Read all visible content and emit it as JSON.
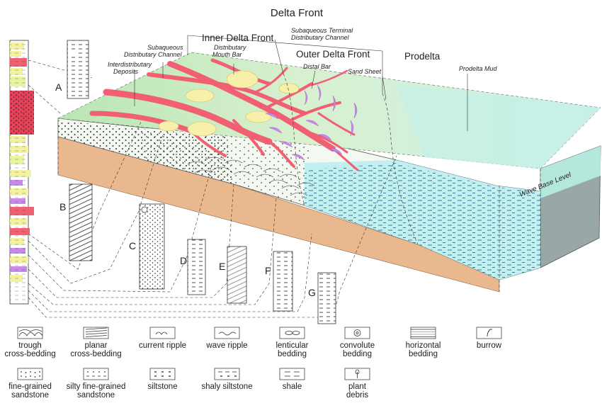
{
  "title": "Delta Front",
  "zones": {
    "inner": "Inner Delta Front",
    "outer": "Outer  Delta Front",
    "prodelta": "Prodelta"
  },
  "features": {
    "subaqueous_terminal_1": "Subaqueous Terminal",
    "subaqueous_terminal_2": "Distributary Channel",
    "subaqueous_channel_1": "Subaqueous",
    "subaqueous_channel_2": "Distributary Channel",
    "mouth_bar_1": "Distributary",
    "mouth_bar_2": "Mouth Bar",
    "interdistributary_1": "Interdistributary",
    "interdistributary_2": "Deposits",
    "distal_bar": "Distal Bar",
    "sand_sheet": "Sand Sheet",
    "prodelta_mud": "Prodelta Mud",
    "wave_base": "Wave Base Level"
  },
  "sections": [
    "A",
    "B",
    "C",
    "D",
    "E",
    "F",
    "G"
  ],
  "legend": [
    {
      "id": "trough",
      "label": [
        "trough",
        "cross-bedding"
      ]
    },
    {
      "id": "planar",
      "label": [
        "planar",
        "cross-bedding"
      ]
    },
    {
      "id": "current",
      "label": [
        "current ripple"
      ]
    },
    {
      "id": "wave",
      "label": [
        "wave ripple"
      ]
    },
    {
      "id": "lenticular",
      "label": [
        "lenticular",
        "bedding"
      ]
    },
    {
      "id": "convolute",
      "label": [
        "convolute",
        "bedding"
      ]
    },
    {
      "id": "horizontal",
      "label": [
        "horizontal",
        "bedding"
      ]
    },
    {
      "id": "burrow",
      "label": [
        "burrow"
      ]
    },
    {
      "id": "fine",
      "label": [
        "fine-grained",
        "sandstone"
      ]
    },
    {
      "id": "silty",
      "label": [
        "silty fine-grained",
        "sandstone"
      ]
    },
    {
      "id": "siltstone",
      "label": [
        "siltstone"
      ]
    },
    {
      "id": "shaly",
      "label": [
        "shaly siltstone"
      ]
    },
    {
      "id": "shale",
      "label": [
        "shale"
      ]
    },
    {
      "id": "plant",
      "label": [
        "plant",
        "debris"
      ]
    }
  ],
  "colors": {
    "channel": "#f06072",
    "mouth_bar": "#f7f0a8",
    "distal_bar": "#c78ae8",
    "surface_green": "#cdeec8",
    "sand_body": "#eef6ee",
    "silt_cyan": "#bfeff0",
    "base_orange": "#eab88f",
    "prodelta_teal": "#aeeedd"
  }
}
